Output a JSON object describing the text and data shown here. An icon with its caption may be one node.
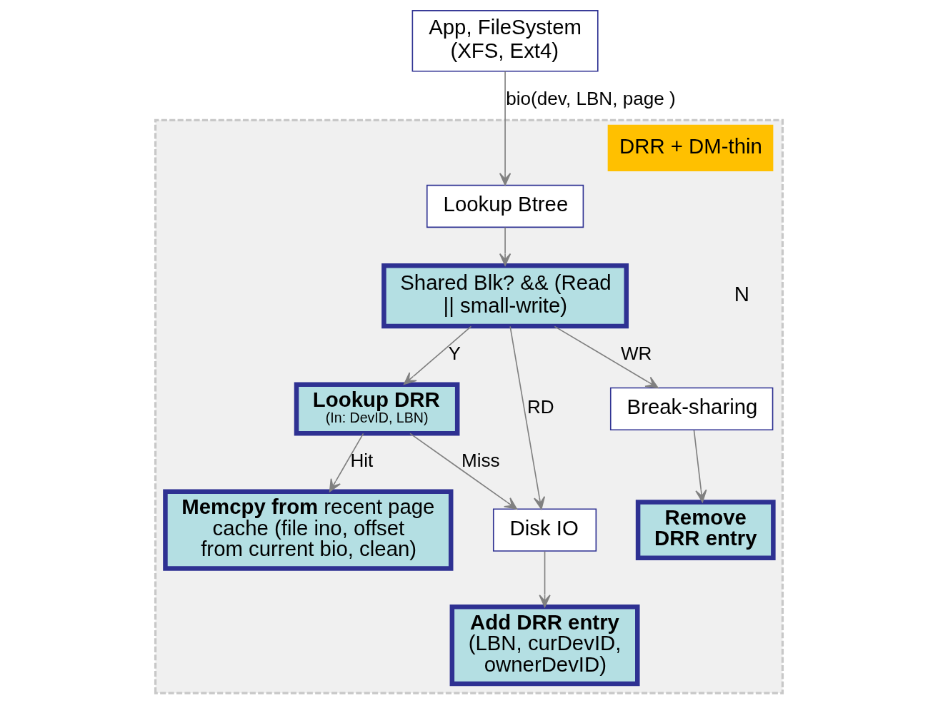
{
  "diagram": {
    "nodes": [
      {
        "text": [
          "App, FileSystem (XFS, Ext4)"
        ]
      },
      {
        "text": [
          "DRR + DM-thin"
        ]
      },
      {
        "text": [
          "Lookup Btree"
        ],
        "in": 1
      },
      {
        "text": [
          "Shared Blk? && (Read || small-write)"
        ],
        "in": 1
      },
      {
        "text": [
          "Lookup DRR",
          "(In: DevID, LBN)"
        ],
        "in": 1
      },
      {
        "text": [
          "**Memcpy from** recent page cache (file ino, offset from current bio, clean)"
        ],
        "in": 1
      },
      {
        "text": [
          "Disk IO"
        ],
        "in": 1
      },
      {
        "text": [
          "Add DRR entry",
          "(LBN, curDevID, ownerDevID)"
        ],
        "in": 1
      },
      {
        "text": [
          "Break-sharing"
        ],
        "in": 1
      },
      {
        "text": [
          "Remove DRR entry"
        ],
        "in": 1
      }
    ],
    "edges": [
      {
        "from": 0,
        "to": 2,
        "arrow": "to",
        "label": "bio(dev, LBN, page )"
      },
      {
        "from": 2,
        "to": 3,
        "arrow": "to"
      },
      {
        "from": 3,
        "to": 4,
        "arrow": "to",
        "label": "Y"
      },
      {
        "from": 4,
        "to": 5,
        "arrow": "to",
        "label": "Hit"
      },
      {
        "from": 3,
        "to": 6,
        "arrow": "to",
        "label": "RD"
      },
      {
        "from": 3,
        "to": 8,
        "arrow": "to",
        "label": "WR"
      },
      {
        "from": 4,
        "to": 6,
        "arrow": "to",
        "label": "Miss"
      },
      {
        "from": 6,
        "to": 7,
        "arrow": "to"
      },
      {
        "from": 8,
        "to": 9,
        "arrow": "to"
      }
    ],
    "labels": [
      "N"
    ]
  }
}
